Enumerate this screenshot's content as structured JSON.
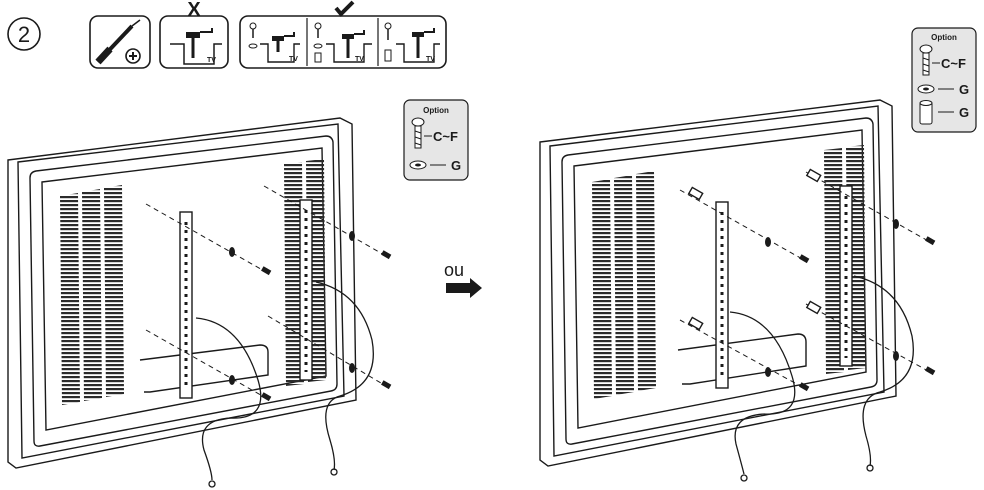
{
  "step": {
    "number": "2"
  },
  "icons": {
    "tool": "screwdriver-phillips-icon",
    "wrong_mark": "X",
    "correct_mark": "check-icon",
    "tv_label": "TV"
  },
  "option_box_left": {
    "title": "Option",
    "screw_label": "C~F",
    "washer_label": "G"
  },
  "option_box_right": {
    "title": "Option",
    "screw_label": "C~F",
    "washer_label": "G",
    "spacer_label": "G"
  },
  "or_label": "ou",
  "colors": {
    "line": "#1a1a1a",
    "vent": "#2b2b2b",
    "box_fill": "#e6e6e6"
  }
}
